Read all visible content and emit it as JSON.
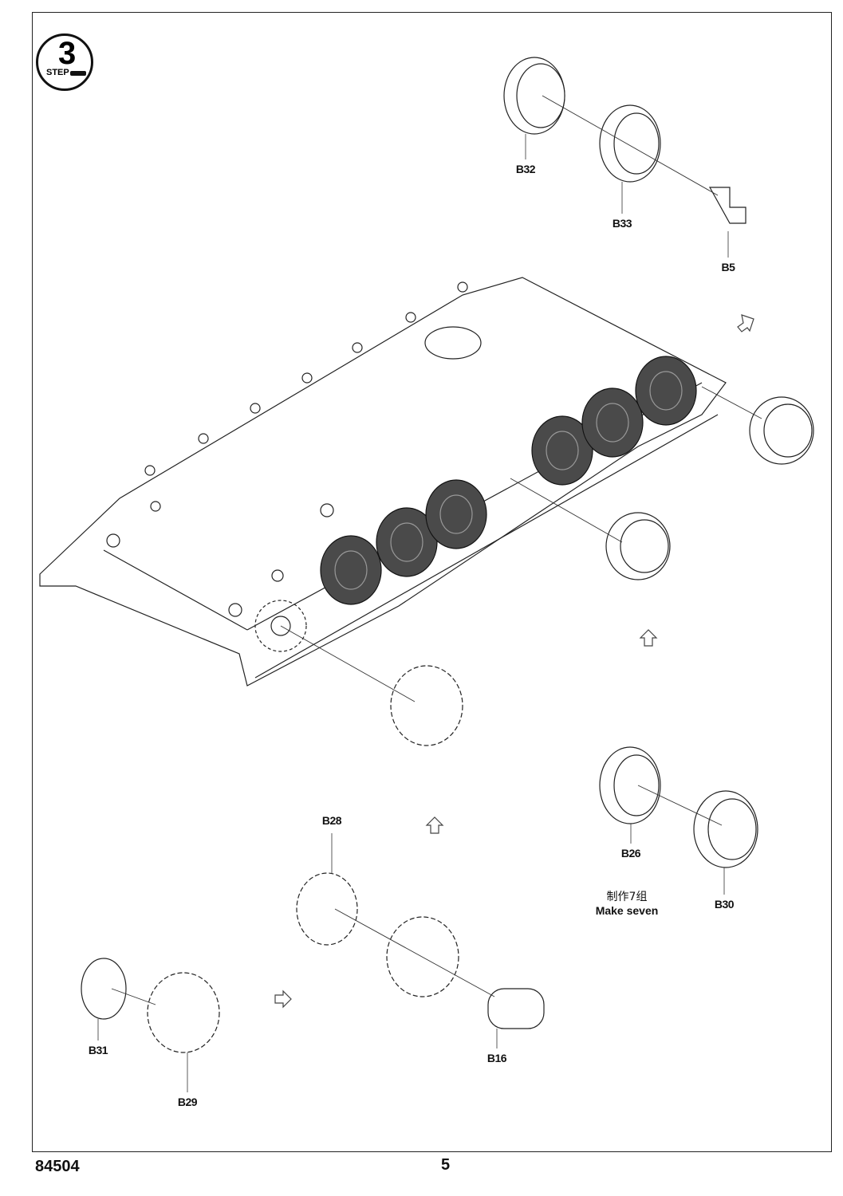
{
  "step": {
    "number": "3",
    "word": "STEP"
  },
  "parts": {
    "b32": "B32",
    "b33": "B33",
    "b5": "B5",
    "b28": "B28",
    "b26": "B26",
    "b30": "B30",
    "b31": "B31",
    "b29": "B29",
    "b16": "B16"
  },
  "note": {
    "zh": "制作7组",
    "en": "Make seven"
  },
  "footer": {
    "kit_number": "84504",
    "page": "5"
  }
}
